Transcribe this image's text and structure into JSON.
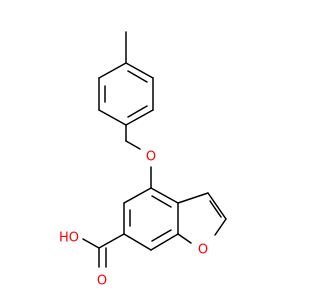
{
  "structure": {
    "atoms": {
      "ring_oxygen": "O",
      "ether_oxygen": "O",
      "carbonyl_oxygen": "O",
      "hydroxyl": "HO"
    },
    "colors": {
      "bond": "#000000",
      "oxygen": "#ff0000"
    }
  }
}
